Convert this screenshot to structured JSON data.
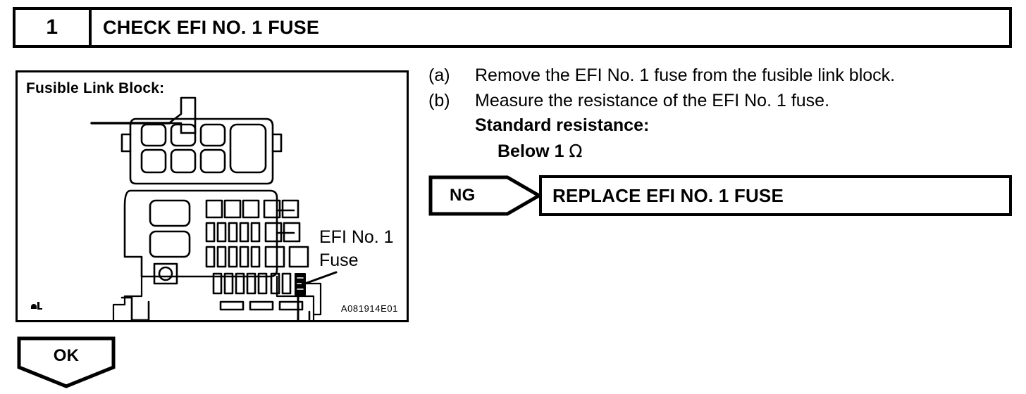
{
  "step_header": {
    "number": "1",
    "title": "CHECK EFI NO. 1 FUSE"
  },
  "illustration": {
    "caption": "Fusible Link Block:",
    "callout_line1": "EFI No. 1",
    "callout_line2": "Fuse",
    "diagram_code": "A081914E01",
    "corner_mark_name": "illustration-corner-mark"
  },
  "procedure": {
    "steps": [
      {
        "label": "(a)",
        "text": "Remove the EFI No. 1 fuse from the fusible link block."
      },
      {
        "label": "(b)",
        "text": "Measure the resistance of the EFI No. 1 fuse."
      }
    ],
    "standard_heading": "Standard resistance:",
    "standard_value_prefix": "Below 1 ",
    "standard_value_unit": "Ω"
  },
  "results": {
    "ng_label": "NG",
    "ng_action": "REPLACE EFI NO. 1 FUSE",
    "ok_label": "OK"
  },
  "colors": {
    "ink": "#000000",
    "paper": "#ffffff"
  }
}
